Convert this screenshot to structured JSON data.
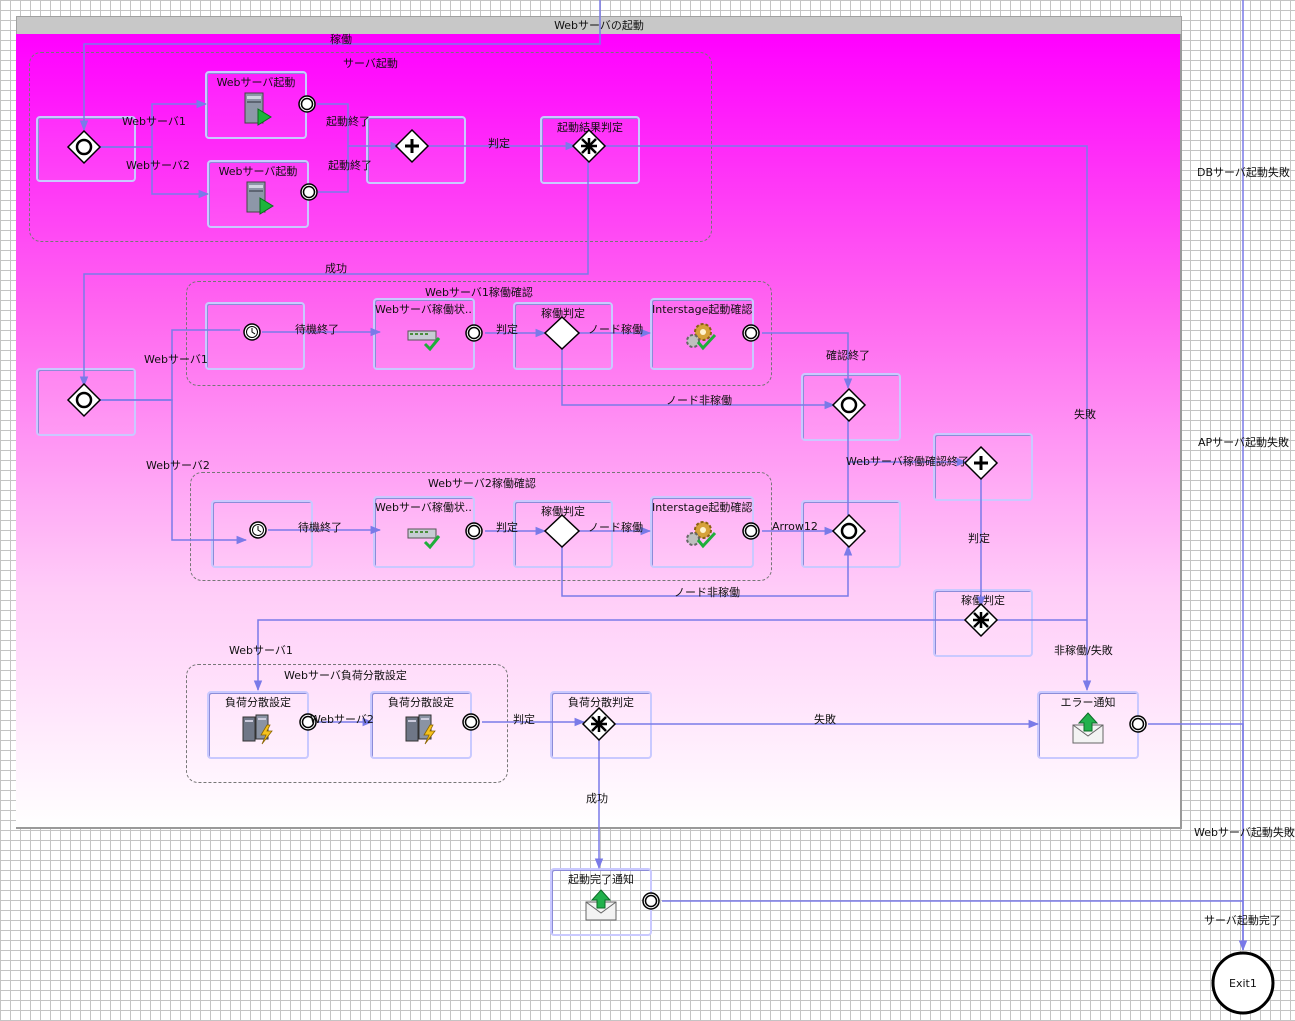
{
  "lane": {
    "title": "Webサーバの起動"
  },
  "groups": {
    "server_start": "サーバ起動",
    "ws1_check": "Webサーバ1稼働確認",
    "ws2_check": "Webサーバ2稼働確認",
    "lb_setup": "Webサーバ負荷分散設定"
  },
  "tasks": {
    "ws_start_1": "Webサーバ起動",
    "ws_start_2": "Webサーバ起動",
    "start_result_judge": "起動結果判定",
    "ws_status_1": "Webサーバ稼働状...",
    "run_judge_1": "稼働判定",
    "interstage_check_1": "Interstage起動確認",
    "ws_status_2": "Webサーバ稼働状...",
    "run_judge_2": "稼働判定",
    "interstage_check_2": "Interstage起動確認",
    "run_judge_3": "稼働判定",
    "lb_setup_1": "負荷分散設定",
    "lb_setup_2": "負荷分散設定",
    "lb_judge": "負荷分散判定",
    "error_notify": "エラー通知",
    "start_complete_notify": "起動完了通知",
    "exit": "Exit1"
  },
  "arrow_labels": {
    "running": "稼働",
    "webserver1_a": "Webサーバ1",
    "webserver2_a": "Webサーバ2",
    "start_end_1": "起動終了",
    "start_end_2": "起動終了",
    "judge_a": "判定",
    "success_a": "成功",
    "wait_end_1": "待機終了",
    "judge_b": "判定",
    "node_running_1": "ノード稼働",
    "node_not_running_1": "ノード非稼働",
    "check_end": "確認終了",
    "webserver1_b": "Webサーバ1",
    "webserver2_b": "Webサーバ2",
    "failure_a": "失敗",
    "ws_check_end": "Webサーバ稼働確認終了",
    "wait_end_2": "待機終了",
    "judge_c": "判定",
    "node_running_2": "ノード稼働",
    "arrow12": "Arrow12",
    "node_not_running_2": "ノード非稼働",
    "judge_d": "判定",
    "webserver1_c": "Webサーバ1",
    "not_running_failure": "非稼働/失敗",
    "webserver2_c": "Webサーバ2",
    "judge_e": "判定",
    "failure_b": "失敗",
    "success_b": "成功",
    "db_start_failure": "DBサーバ起動失敗",
    "ap_start_failure": "APサーバ起動失敗",
    "ws_start_failure": "Webサーバ起動失敗",
    "server_start_complete": "サーバ起動完了"
  },
  "colors": {
    "flow": "#7a7ae8",
    "lane_top": "#ff00ff",
    "lane_bottom": "#ffffff"
  }
}
